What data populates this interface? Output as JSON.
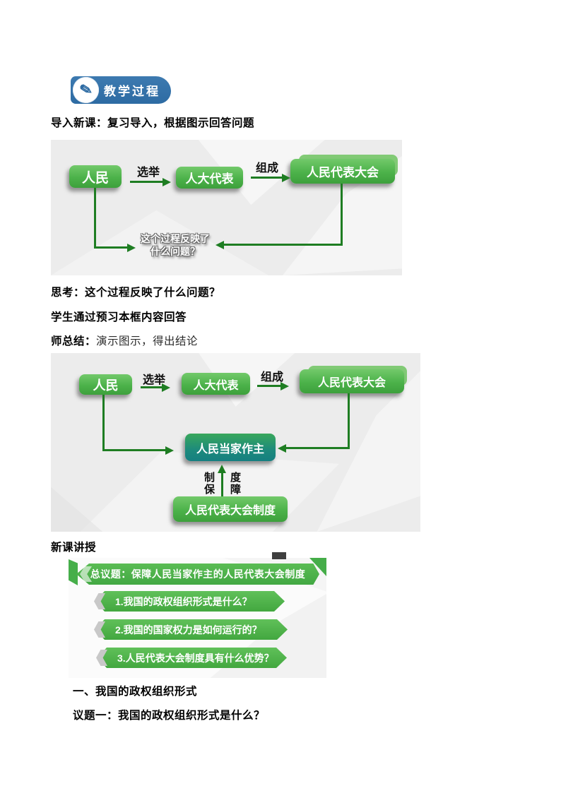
{
  "header": {
    "badge_label": "教学过程",
    "badge_icon": "pencil-icon",
    "badge_color": "#2d6ba3"
  },
  "paragraphs": {
    "intro": "导入新课：复习导入，根据图示回答问题",
    "think": "思考：这个过程反映了什么问题？",
    "student_answer": "学生通过预习本框内容回答",
    "teacher_label": "师总结：",
    "teacher_note": "演示图示，得出结论",
    "new_lesson": "新课讲授",
    "section_heading": "一、我国的政权组织形式",
    "topic_heading": "议题一：我国的政权组织形式是什么？"
  },
  "diagram_review": {
    "node_people": "人民",
    "arrow_elect": "选举",
    "node_deputies": "人大代表",
    "arrow_compose": "组成",
    "node_congress": "人民代表大会",
    "question_line1": "这个过程反映了",
    "question_line2": "什么问题？"
  },
  "diagram_conclusion": {
    "node_people": "人民",
    "arrow_elect": "选举",
    "node_deputies": "人大代表",
    "arrow_compose": "组成",
    "node_congress": "人民代表大会",
    "node_master": "人民当家作主",
    "node_system": "人民代表大会制度",
    "guarantee_top_left": "制",
    "guarantee_top_right": "度",
    "guarantee_bottom_left": "保",
    "guarantee_bottom_right": "障"
  },
  "diagram_topics": {
    "main_topic": "总议题：保障人民当家作主的人民代表大会制度",
    "items": [
      "1.我国的政权组织形式是什么？",
      "2.我国的国家权力是如何运行的？",
      "3.人民代表大会制度具有什么优势？"
    ]
  },
  "colors": {
    "badge_blue": "#2d6ba3",
    "box_green": "#4cb24a",
    "arrow_green": "#1e7d22",
    "master_teal": "#157f80",
    "banner_green": "#42a843",
    "diagram_bg": "#ececec"
  }
}
